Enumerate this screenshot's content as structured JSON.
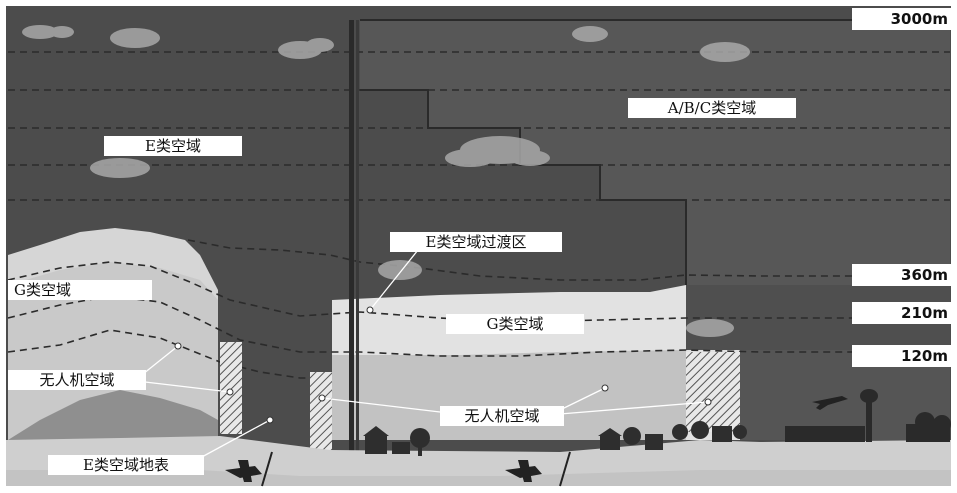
{
  "altitudes": {
    "a3000": "3000m",
    "a360": "360m",
    "a210": "210m",
    "a120": "120m"
  },
  "labels": {
    "e_airspace": "E类空域",
    "abc_airspace": "A/B/C类空域",
    "e_transition": "E类空域过渡区",
    "g_airspace_left": "G类空域",
    "g_airspace_center": "G类空域",
    "uav_airspace_left": "无人机空域",
    "uav_airspace_center": "无人机空域",
    "e_surface": "E类空域地表"
  },
  "colors": {
    "sky_dark": "#4c4c4c",
    "class_abc": "#585858",
    "g_zone": "#dcdcdc",
    "uav_zone": "#b9b9b9",
    "ground": "#cfcfcf",
    "label_bg": "#ffffff"
  }
}
